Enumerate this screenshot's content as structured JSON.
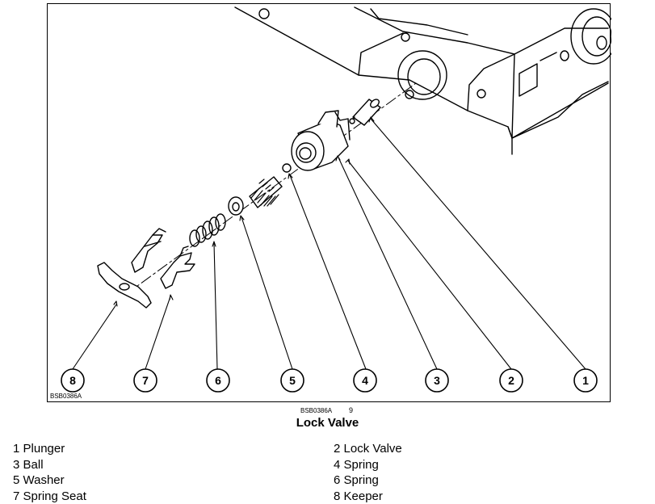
{
  "figure": {
    "ref_code": "BSB0386A",
    "callouts": [
      "8",
      "7",
      "6",
      "5",
      "4",
      "3",
      "2",
      "1"
    ]
  },
  "caption": {
    "code": "BSB0386A",
    "number": "9",
    "title": "Lock Valve"
  },
  "legend": {
    "left": [
      "1 Plunger",
      "3 Ball",
      "5 Washer",
      "7 Spring Seat"
    ],
    "right": [
      "2 Lock Valve",
      "4 Spring",
      "6 Spring",
      "8 Keeper"
    ]
  }
}
